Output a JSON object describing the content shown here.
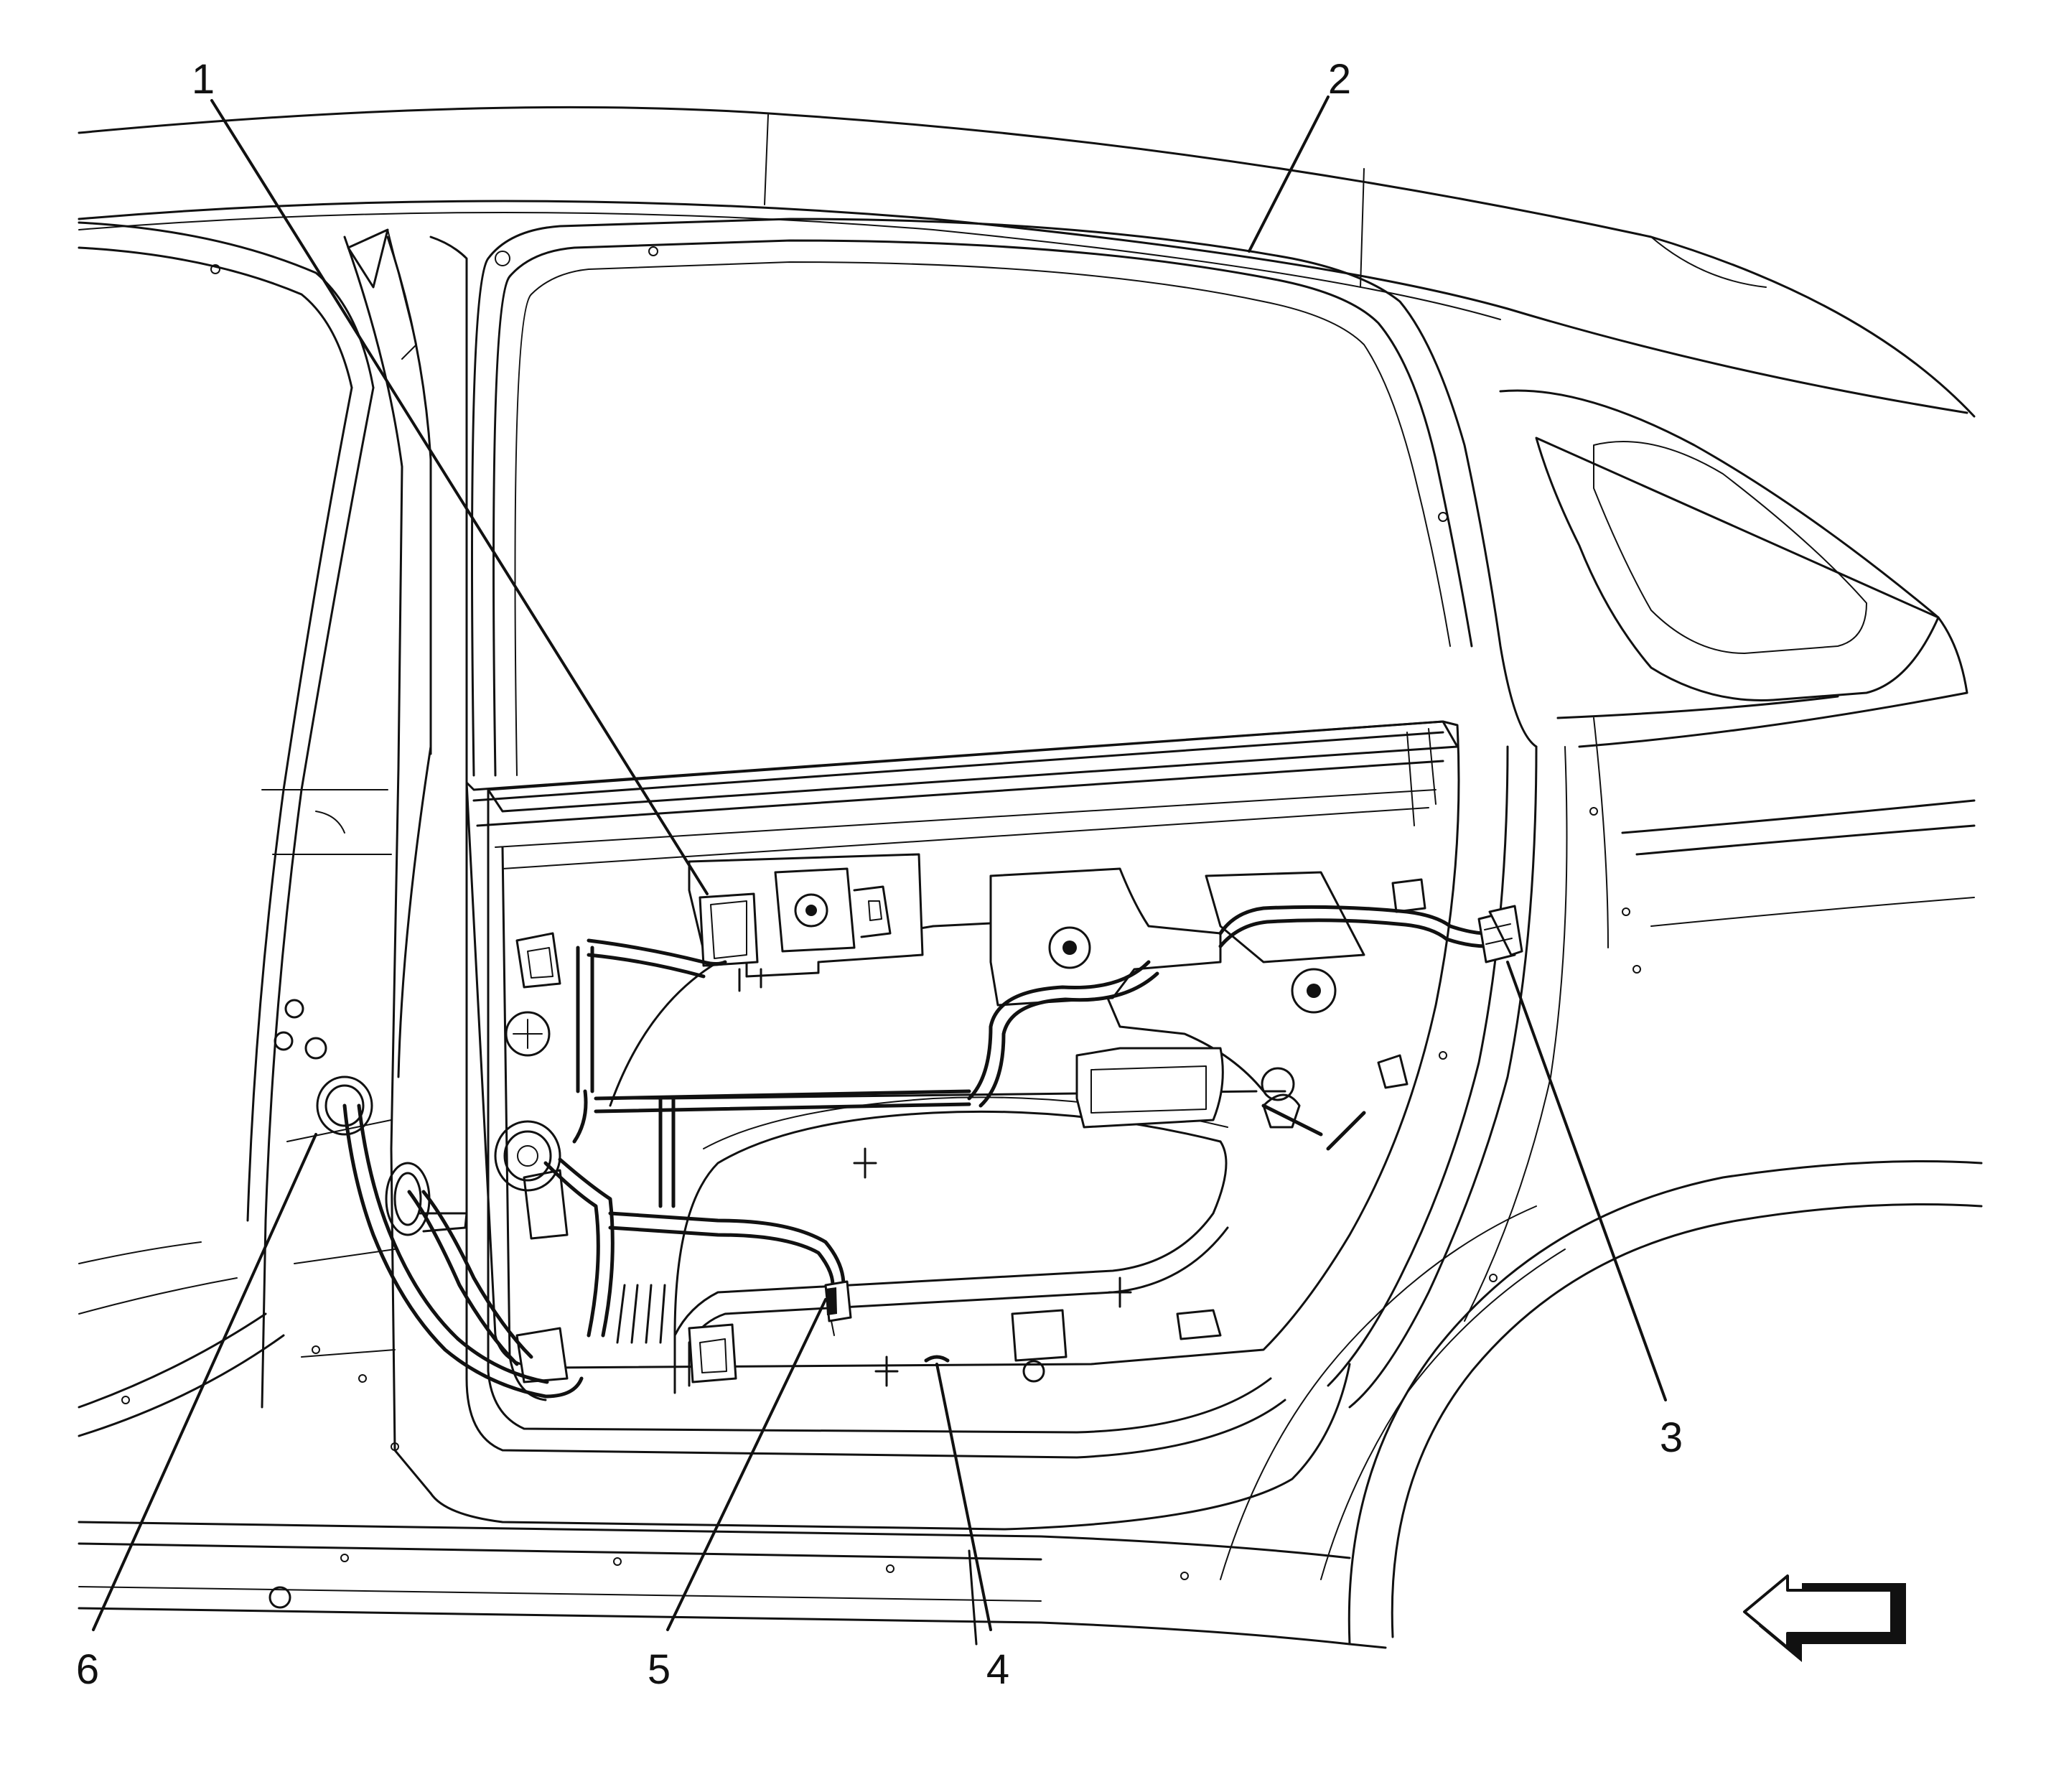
{
  "callouts": [
    {
      "id": "1",
      "label": "1"
    },
    {
      "id": "2",
      "label": "2"
    },
    {
      "id": "3",
      "label": "3"
    },
    {
      "id": "4",
      "label": "4"
    },
    {
      "id": "5",
      "label": "5"
    },
    {
      "id": "6",
      "label": "6"
    }
  ],
  "direction_indicator": {
    "icon": "arrow-left-icon",
    "direction": "left"
  },
  "colors": {
    "line": "#111111",
    "background": "#ffffff"
  }
}
